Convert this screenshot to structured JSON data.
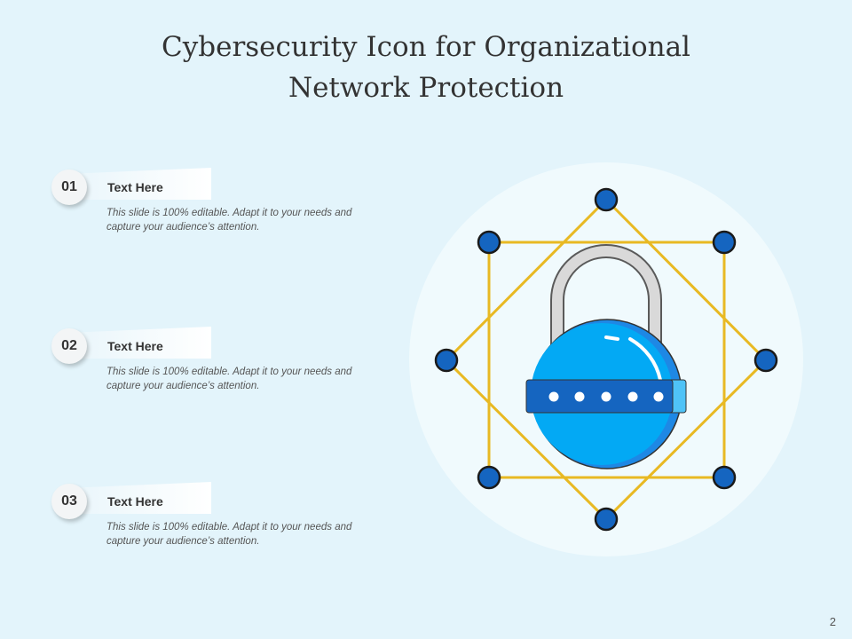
{
  "title": {
    "line1": "Cybersecurity Icon for Organizational",
    "line2": "Network Protection"
  },
  "items": [
    {
      "number": "01",
      "heading": "Text Here",
      "text": "This slide is 100% editable. Adapt it to your needs and capture your audience’s attention."
    },
    {
      "number": "02",
      "heading": "Text Here",
      "text": "This slide is 100% editable. Adapt it to your needs and capture your audience’s attention."
    },
    {
      "number": "03",
      "heading": "Text Here",
      "text": "This slide is 100% editable. Adapt it to your needs and capture your audience’s attention."
    }
  ],
  "page_number": "2",
  "colors": {
    "background": "#e3f4fb",
    "circle": "#f0fafd",
    "network_lines": "#e8b923",
    "node_fill": "#1565c0",
    "lock_body": "#03a9f4",
    "lock_band": "#1565c0",
    "shackle": "#d9d9d9"
  },
  "icons": [
    "padlock-icon",
    "network-node-icon"
  ]
}
